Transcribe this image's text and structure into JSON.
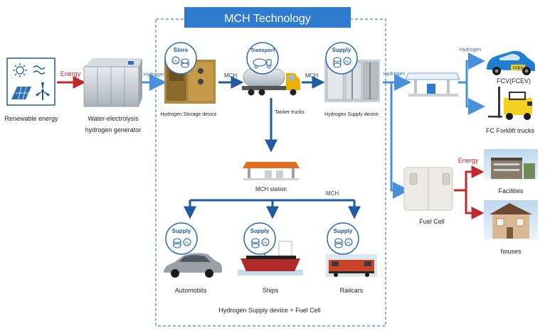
{
  "title": "MCH Technology",
  "sources": {
    "renewable": "Renewable energy",
    "electrolysis_line1": "Water-electrolysis",
    "electrolysis_line2": "hydrogen generator"
  },
  "devices": {
    "storage": "Hydrogen Storage device",
    "tanker": "Tanker trucks",
    "supply_device": "Hydrogen Supply device",
    "mch_station": "MCH station",
    "fuel_cell": "Fuel Cell"
  },
  "badges": {
    "store": "Store",
    "transport": "Transport",
    "supply": "Supply",
    "h2": "H₂"
  },
  "flow_labels": {
    "energy": "Energy",
    "hydrogen": "Hydrogen",
    "mch": "MCH"
  },
  "vehicles": {
    "fcv": "FCV(FCEV)",
    "fcv_plate": "FCEV",
    "forklift": "FC Forklift trucks",
    "automobiles": "Automobils",
    "ships": "Ships",
    "railcars": "Railcars"
  },
  "buildings": {
    "facilities": "Facilities",
    "houses": "houses"
  },
  "footer": "Hydrogen Supply device + Fuel Cell",
  "colors": {
    "blue_dark": "#1f5b9e",
    "blue_light": "#4a90d9",
    "red": "#c0282e",
    "badge_border": "#2d6db5"
  }
}
